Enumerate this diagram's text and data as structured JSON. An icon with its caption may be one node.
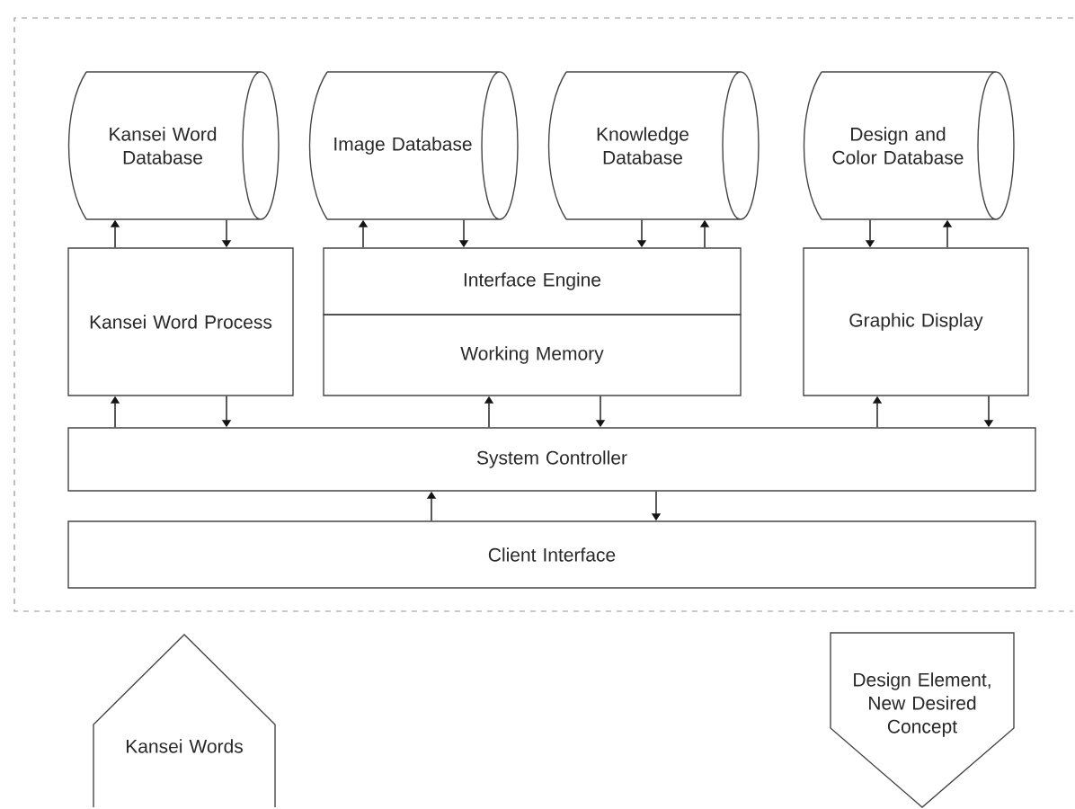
{
  "diagram": {
    "nodes": [
      {
        "text": [
          "Kansei Word Database"
        ]
      },
      {
        "text": [
          "Image Database"
        ]
      },
      {
        "text": [
          "Knowledge Database"
        ]
      },
      {
        "text": [
          "Design and Color Database"
        ]
      },
      {
        "text": [
          "Kansei Word Process"
        ]
      },
      {
        "text": [
          "Interface Engine"
        ]
      },
      {
        "text": [
          "Working Memory"
        ]
      },
      {
        "text": [
          "Graphic Display"
        ]
      },
      {
        "text": [
          "System Controller"
        ]
      },
      {
        "text": [
          "Client Interface"
        ]
      },
      {
        "text": [
          "Kansei Words"
        ]
      },
      {
        "text": [
          "Design Element, New Desired Concept"
        ]
      }
    ],
    "edges": [
      {
        "from": 4,
        "to": 0,
        "arrow": "to"
      },
      {
        "from": 0,
        "to": 4,
        "arrow": "to"
      },
      {
        "from": 5,
        "to": 1,
        "arrow": "to"
      },
      {
        "from": 1,
        "to": 5,
        "arrow": "to"
      },
      {
        "from": 2,
        "to": 5,
        "arrow": "to"
      },
      {
        "from": 5,
        "to": 2,
        "arrow": "to"
      },
      {
        "from": 3,
        "to": 7,
        "arrow": "to"
      },
      {
        "from": 7,
        "to": 3,
        "arrow": "to"
      },
      {
        "from": 8,
        "to": 4,
        "arrow": "to"
      },
      {
        "from": 4,
        "to": 8,
        "arrow": "to"
      },
      {
        "from": 8,
        "to": 6,
        "arrow": "to"
      },
      {
        "from": 6,
        "to": 8,
        "arrow": "to"
      },
      {
        "from": 8,
        "to": 7,
        "arrow": "to"
      },
      {
        "from": 7,
        "to": 8,
        "arrow": "to"
      },
      {
        "from": 9,
        "to": 8,
        "arrow": "to"
      },
      {
        "from": 8,
        "to": 9,
        "arrow": "to"
      }
    ]
  }
}
